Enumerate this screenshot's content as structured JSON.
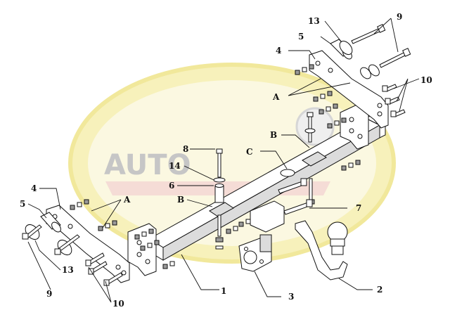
{
  "watermark": {
    "text_left": "AUTO",
    "colors": {
      "ring": "#f3ea9a",
      "ring_inner": "#fbf6d2",
      "text": "#b8b8b8",
      "red": "#e8a6a6"
    }
  },
  "labels": {
    "l1": "1",
    "l2": "2",
    "l3": "3",
    "l4_top": "4",
    "l4_left": "4",
    "l5_top": "5",
    "l5_left": "5",
    "l6": "6",
    "l7": "7",
    "l8": "8",
    "l9_top": "9",
    "l9_left": "9",
    "l10_top": "10",
    "l10_left": "10",
    "l13_top": "13",
    "l13_left": "13",
    "l14": "14",
    "lA_top": "A",
    "lA_left": "A",
    "lB_right": "B",
    "lB_left": "B",
    "lC": "C"
  }
}
